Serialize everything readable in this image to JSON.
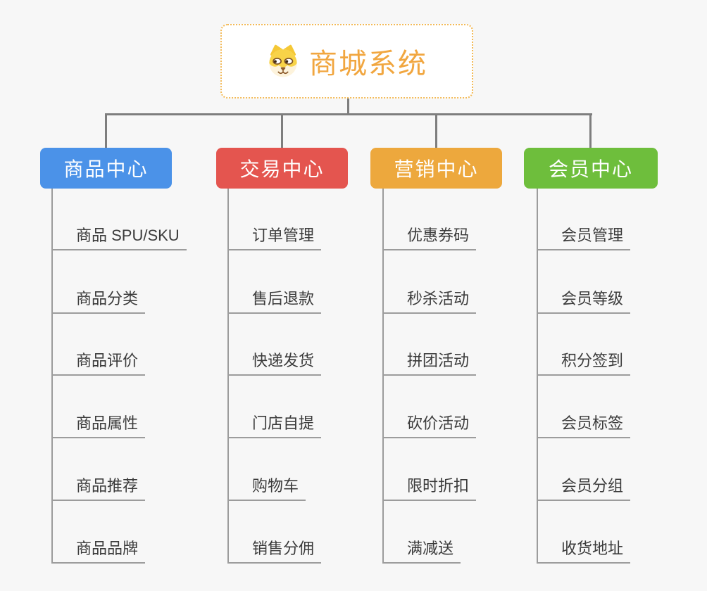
{
  "root": {
    "label": "商城系统",
    "icon": "dog-face-icon",
    "text_color": "#f1a63f",
    "border_color": "#f3ba57",
    "background": "#ffffff"
  },
  "connector_color": "#7e7e7e",
  "branch_line_color": "#9c9c9c",
  "page_background": "#f7f7f7",
  "categories": [
    {
      "label": "商品中心",
      "color": "#4b92e8",
      "items": [
        "商品 SPU/SKU",
        "商品分类",
        "商品评价",
        "商品属性",
        "商品推荐",
        "商品品牌"
      ]
    },
    {
      "label": "交易中心",
      "color": "#e4554f",
      "items": [
        "订单管理",
        "售后退款",
        "快递发货",
        "门店自提",
        "购物车",
        "销售分佣"
      ]
    },
    {
      "label": "营销中心",
      "color": "#eda83d",
      "items": [
        "优惠券码",
        "秒杀活动",
        "拼团活动",
        "砍价活动",
        "限时折扣",
        "满减送"
      ]
    },
    {
      "label": "会员中心",
      "color": "#6ebe3c",
      "items": [
        "会员管理",
        "会员等级",
        "积分签到",
        "会员标签",
        "会员分组",
        "收货地址"
      ]
    }
  ]
}
